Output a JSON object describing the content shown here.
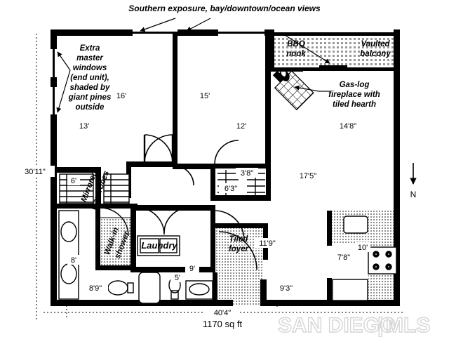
{
  "document": {
    "type": "floor-plan",
    "watermark": "SAN DIEGO|MLS",
    "watermark_part_1": "SAN DIEGO",
    "watermark_divider": "|",
    "watermark_part_2": "MLS",
    "total_area": "1170 sq ft",
    "overall_width": "40'4\"",
    "overall_height": "30'11\"",
    "compass_label": "N"
  },
  "annotations": {
    "top": "Southern exposure, bay/downtown/ocean views",
    "left": [
      "Extra",
      "master",
      "windows",
      "(end unit),",
      "shaded by",
      "giant pines",
      "outside"
    ],
    "fireplace": [
      "Gas-log",
      "fireplace with",
      "tiled hearth"
    ]
  },
  "rooms": {
    "bbq_nook": [
      "BBQ",
      "nook"
    ],
    "vaulted_balcony": [
      "Vaulted",
      "balcony"
    ],
    "mirrored_wardrobes": [
      "Mirrored",
      "wardrobes"
    ],
    "walk_in_shower": [
      "Walk-in",
      "shower"
    ],
    "laundry": "Laundry",
    "tiled_foyer": [
      "Tiled",
      "foyer"
    ]
  },
  "dimensions": {
    "master_bedroom_depth": "16'",
    "bedroom2_depth": "15'",
    "master_bedroom_width": "13'",
    "bedroom2_width": "12'",
    "living_width": "14'8\"",
    "living_depth": "17'5\"",
    "closet_a": "3'8\"",
    "closet_b": "6'3\"",
    "wardrobe_depth": "6'",
    "bath_depth": "8'",
    "bath_width": "8'9\"",
    "bath2_width": "9'",
    "bath2_depth": "5'",
    "foyer_depth": "11'9\"",
    "foyer_width": "9'3\"",
    "kitchen_depth": "10'",
    "kitchen_width": "7'8\"",
    "overall_width": "40'4\"",
    "overall_height": "30'11\"",
    "square_feet": "1170 sq ft"
  },
  "colors": {
    "wall": "#000000",
    "background": "#ffffff",
    "dimension_line": "#000000",
    "watermark": "#d8d8d8",
    "hatch": "#555555"
  }
}
